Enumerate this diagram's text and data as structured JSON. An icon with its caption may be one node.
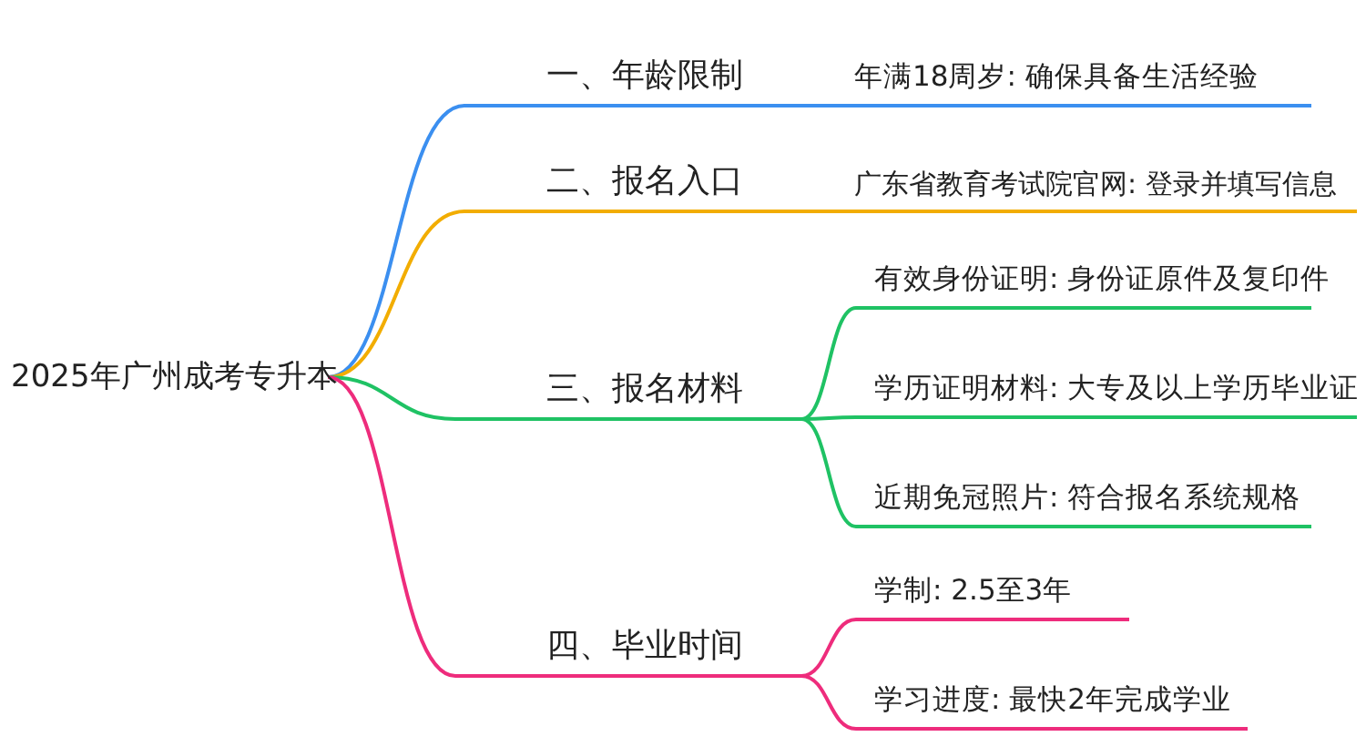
{
  "diagram": {
    "nodes": [
      {
        "text": [
          "2025年广州成考专升本"
        ]
      },
      {
        "text": [
          "一、年龄限制"
        ]
      },
      {
        "text": [
          "年满18周岁: 确保具备生活经验"
        ]
      },
      {
        "text": [
          "二、报名入口"
        ]
      },
      {
        "text": [
          "广东省教育考试院官网: 登录并填写信息"
        ]
      },
      {
        "text": [
          "三、报名材料"
        ]
      },
      {
        "text": [
          "有效身份证明: 身份证原件及复印件"
        ]
      },
      {
        "text": [
          "学历证明材料: 大专及以上学历毕业证"
        ]
      },
      {
        "text": [
          "近期免冠照片: 符合报名系统规格"
        ]
      },
      {
        "text": [
          "四、毕业时间"
        ]
      },
      {
        "text": [
          "学制: 2.5至3年"
        ]
      },
      {
        "text": [
          "学习进度: 最快2年完成学业"
        ]
      }
    ],
    "edges": [
      {
        "from": 0,
        "to": 1,
        "arrow": "none",
        "color": "#3b8ff0"
      },
      {
        "from": 1,
        "to": 2,
        "arrow": "none",
        "color": "#3b8ff0"
      },
      {
        "from": 0,
        "to": 3,
        "arrow": "none",
        "color": "#f2ad00"
      },
      {
        "from": 3,
        "to": 4,
        "arrow": "none",
        "color": "#f2ad00"
      },
      {
        "from": 0,
        "to": 5,
        "arrow": "none",
        "color": "#1fc264"
      },
      {
        "from": 5,
        "to": 6,
        "arrow": "none",
        "color": "#1fc264"
      },
      {
        "from": 5,
        "to": 7,
        "arrow": "none",
        "color": "#1fc264"
      },
      {
        "from": 5,
        "to": 8,
        "arrow": "none",
        "color": "#1fc264"
      },
      {
        "from": 0,
        "to": 9,
        "arrow": "none",
        "color": "#ee2c7c"
      },
      {
        "from": 9,
        "to": 10,
        "arrow": "none",
        "color": "#ee2c7c"
      },
      {
        "from": 9,
        "to": 11,
        "arrow": "none",
        "color": "#ee2c7c"
      }
    ]
  }
}
